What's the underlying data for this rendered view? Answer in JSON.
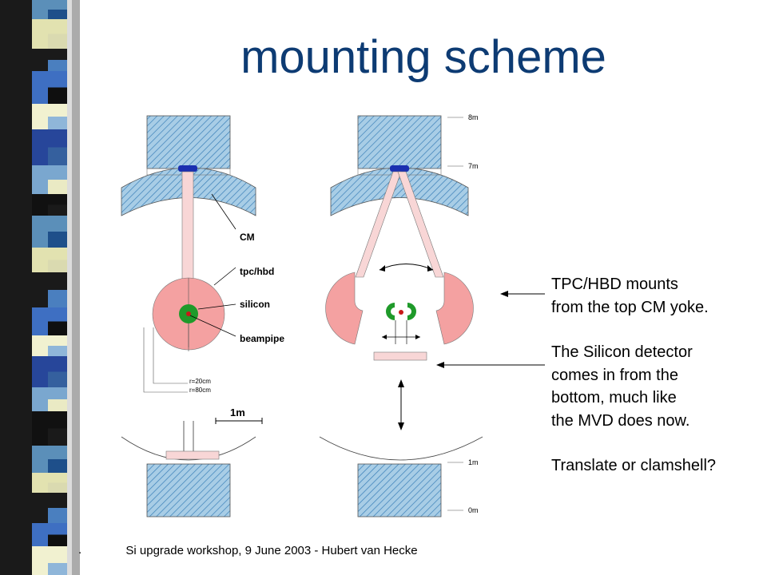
{
  "slide": {
    "title": "mounting scheme",
    "footer": "Si upgrade workshop, 9 June 2003 - Hubert van Hecke",
    "footer_mark": "."
  },
  "diagram": {
    "labels": {
      "cm": "CM",
      "tpc_hbd": "tpc/hbd",
      "silicon": "silicon",
      "beampipe": "beampipe",
      "r20": "r=20cm",
      "r80": "r=80cm",
      "scale": "1m"
    },
    "height_ticks": [
      "8m",
      "7m",
      "1m",
      "0m"
    ]
  },
  "notes": {
    "mount_line1": "TPC/HBD mounts",
    "mount_line2": "from the top CM yoke.",
    "silicon_line1": "The Silicon detector",
    "silicon_line2": "comes in from the",
    "silicon_line3": "bottom, much like",
    "silicon_line4": "the MVD does now.",
    "question": "Translate or clamshell?"
  },
  "colors": {
    "title": "#0d3b73",
    "yoke_fill": "#a8cde6",
    "yoke_hatch": "#3a7fb8",
    "tpc_fill": "#f4a1a1",
    "silicon_fill": "#1f9a2a",
    "rod_fill": "#f8d6d6"
  }
}
